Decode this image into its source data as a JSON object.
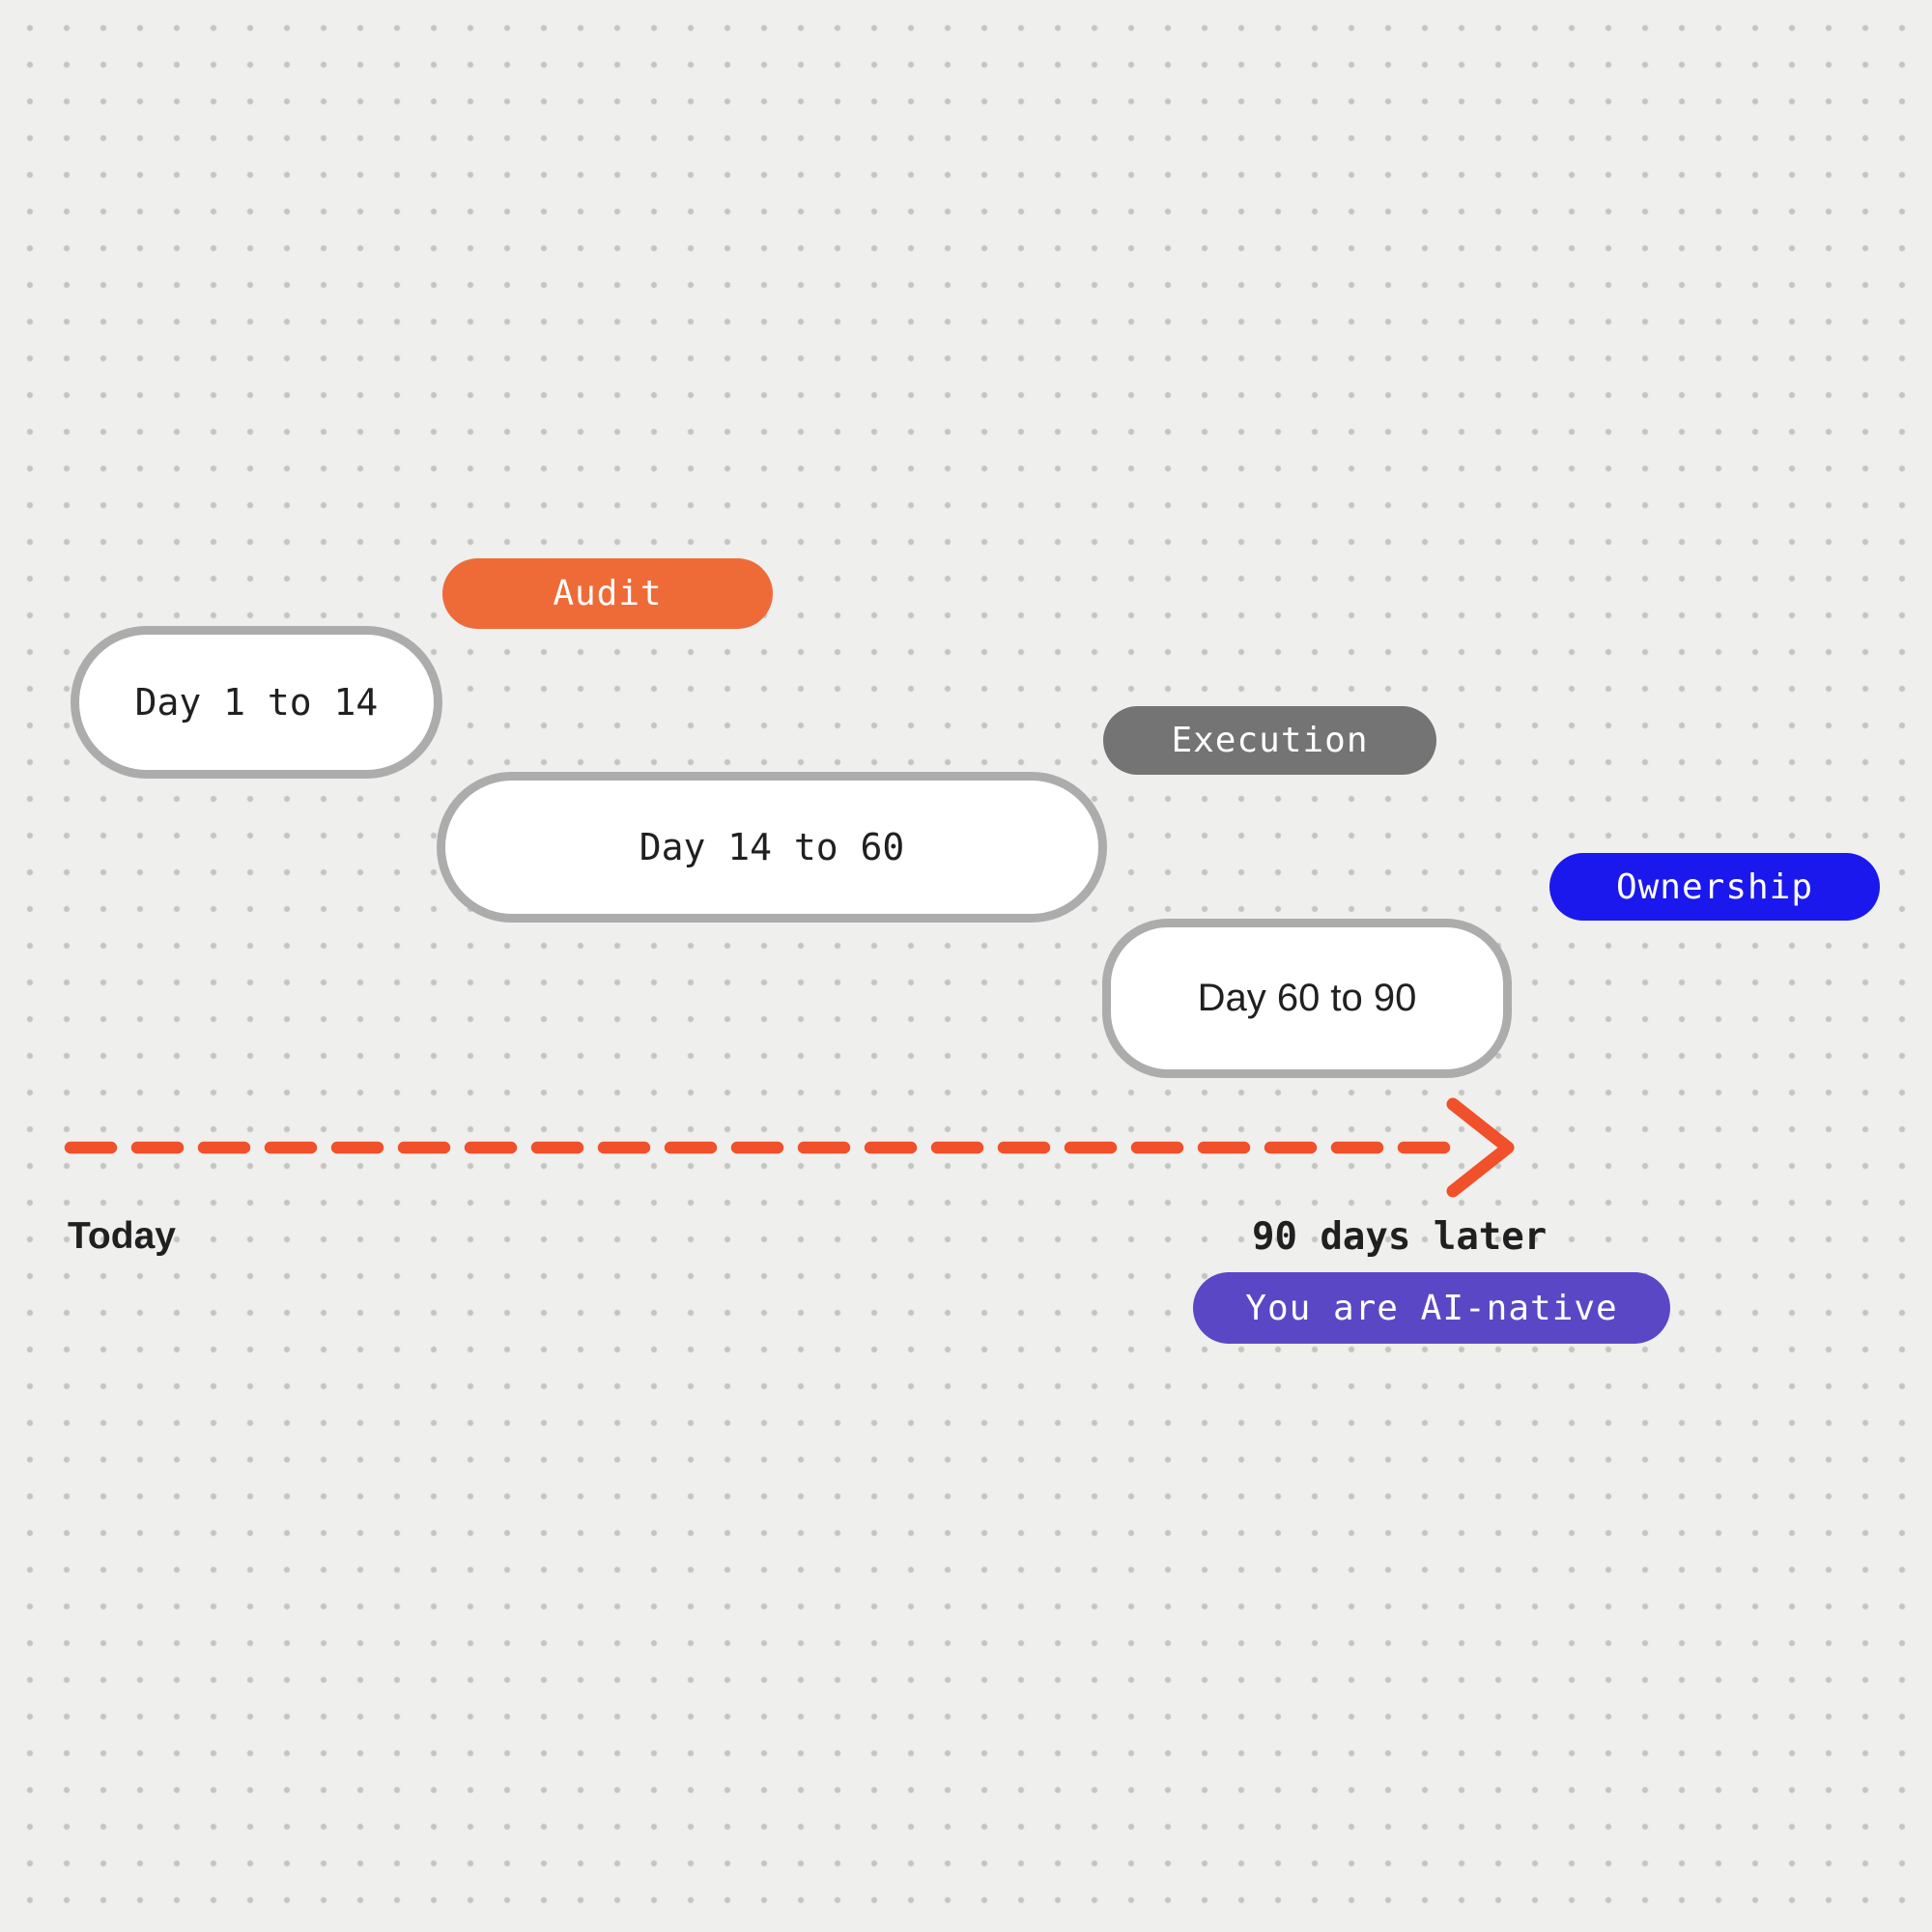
{
  "canvas": {
    "background": "#efefed",
    "dot_color": "#c4c4c2"
  },
  "phases": [
    {
      "tag": "Audit",
      "tag_color": "#ee6b38",
      "range": "Day 1 to 14"
    },
    {
      "tag": "Execution",
      "tag_color": "#747474",
      "range": "Day 14 to 60"
    },
    {
      "tag": "Ownership",
      "tag_color": "#1b18ee",
      "range": "Day 60 to 90"
    }
  ],
  "axis": {
    "start_label": "Today",
    "end_label": "90 days later",
    "arrow_color": "#f0502a"
  },
  "result_badge": {
    "label": "You are AI-native",
    "color": "#5a47c6"
  }
}
